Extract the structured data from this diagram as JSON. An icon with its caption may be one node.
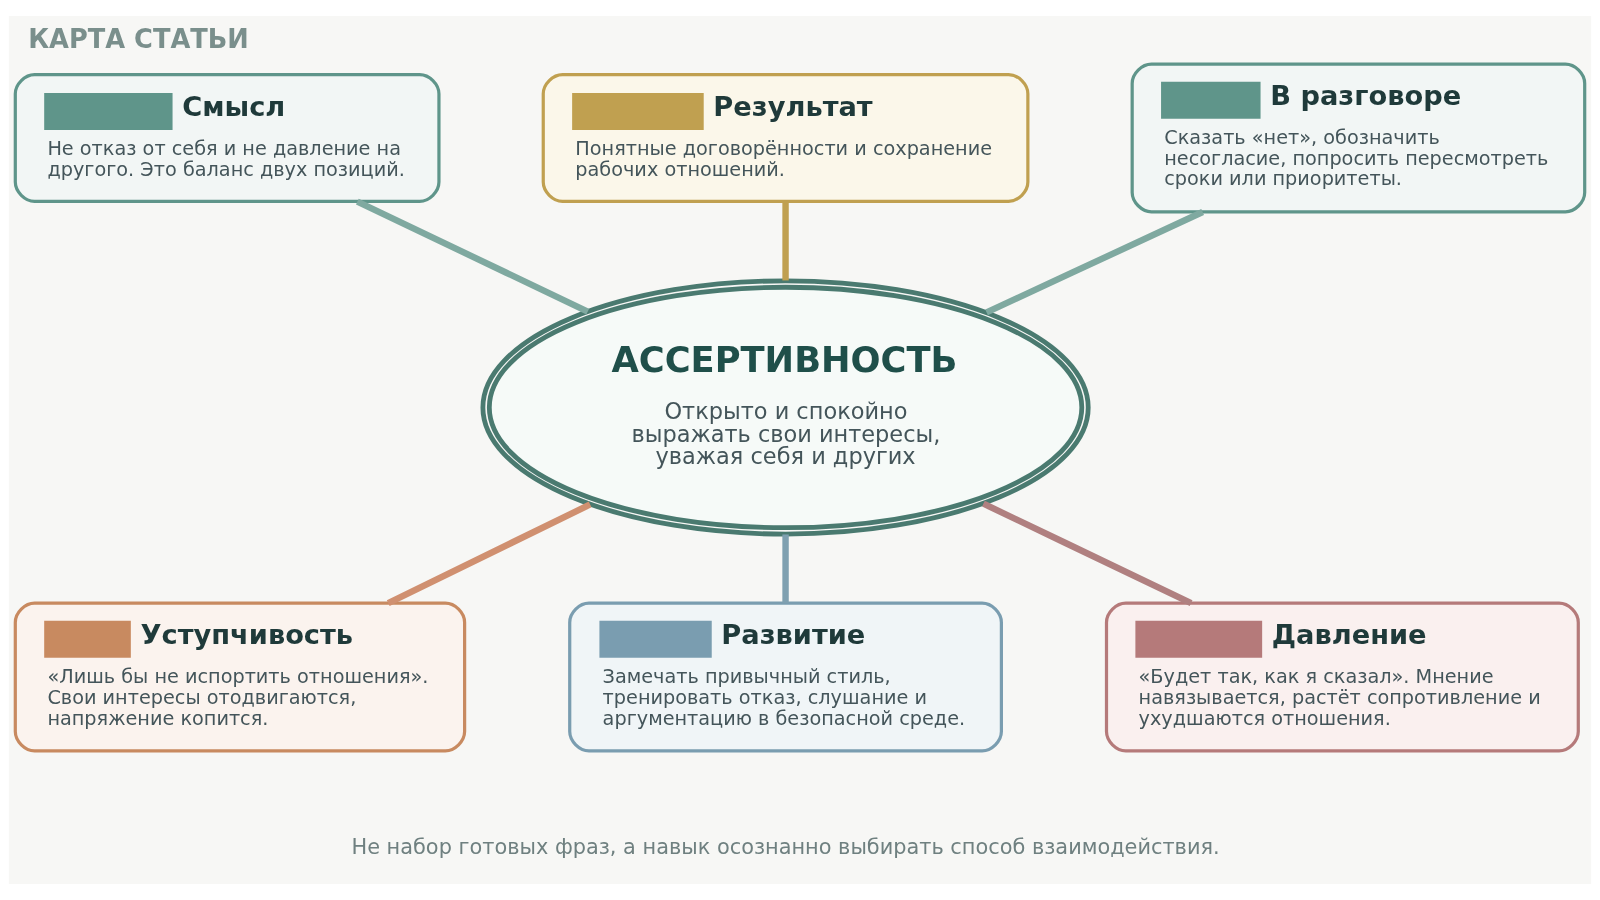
{
  "diagram": {
    "title": "КАРТА СТАТЬИ",
    "caption": "Не набор готовых фраз, а навык осознанно выбирать способ взаимодействия.",
    "nodes": [
      {
        "text": [
          "Смысл",
          "Не отказ от себя и не давление на другого. Это баланс двух позиций."
        ]
      },
      {
        "text": [
          "Результат",
          "Понятные договорённости и сохранение рабочих отношений."
        ]
      },
      {
        "text": [
          "В разговоре",
          "Сказать «нет», обозначить несогласие, попросить пересмотреть сроки или приоритеты."
        ]
      },
      {
        "text": [
          "АССЕРТИВНОСТЬ",
          "Открыто и спокойно выражать свои интересы, уважая себя и других"
        ]
      },
      {
        "text": [
          "Уступчивость",
          "«Лишь бы не испортить отношения». Свои интересы отодвигаются, напряжение копится."
        ]
      },
      {
        "text": [
          "Развитие",
          "Замечать привычный стиль, тренировать отказ, слушание и аргументацию в безопасной среде."
        ]
      },
      {
        "text": [
          "Давление",
          "«Будет так, как я сказал». Мнение навязывается, растёт сопротивление и ухудшаются отношения."
        ]
      }
    ],
    "edges": [
      {
        "from": 0,
        "to": 3,
        "arrow": "none",
        "color": "#7fa9a0"
      },
      {
        "from": 1,
        "to": 3,
        "arrow": "none",
        "color": "#c0a050"
      },
      {
        "from": 2,
        "to": 3,
        "arrow": "none",
        "color": "#7fa9a0"
      },
      {
        "from": 3,
        "to": 4,
        "arrow": "none",
        "color": "#d09070"
      },
      {
        "from": 3,
        "to": 5,
        "arrow": "none",
        "color": "#7fa0b0"
      },
      {
        "from": 3,
        "to": 6,
        "arrow": "none",
        "color": "#b08080"
      }
    ]
  }
}
